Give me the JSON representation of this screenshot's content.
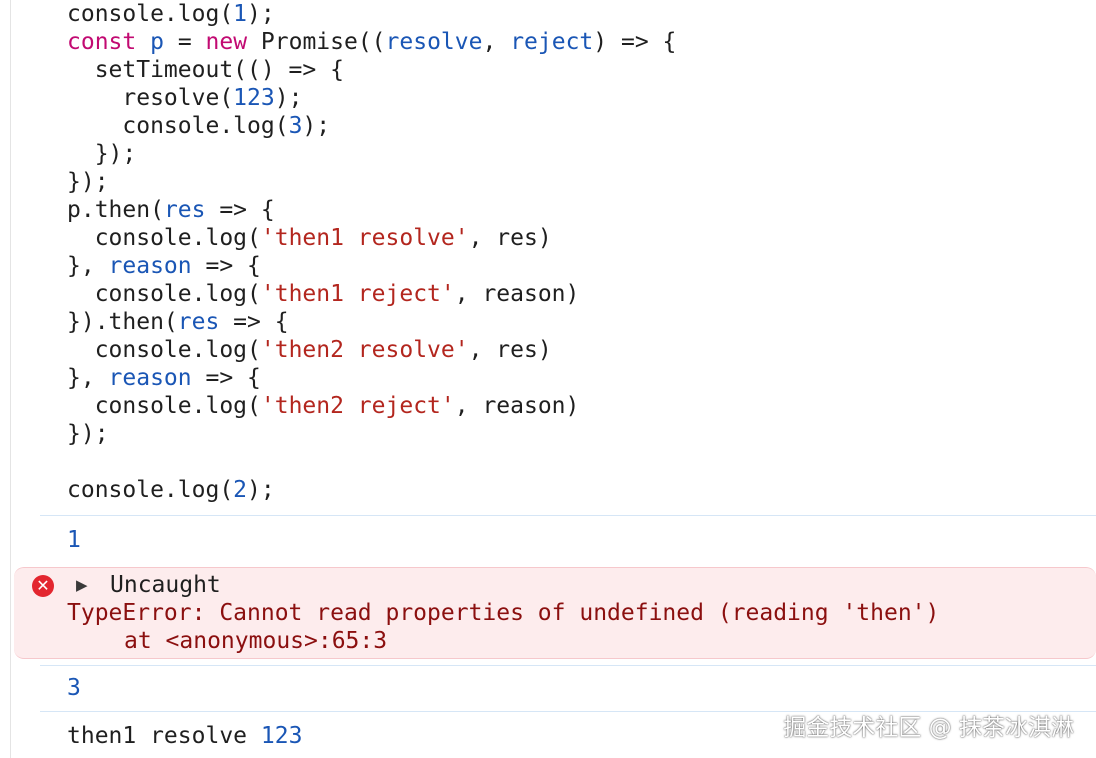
{
  "code_lines": [
    [
      {
        "t": "console.log(",
        "c": "plain"
      },
      {
        "t": "1",
        "c": "num"
      },
      {
        "t": ");",
        "c": "plain"
      }
    ],
    [
      {
        "t": "const",
        "c": "kw"
      },
      {
        "t": " ",
        "c": "plain"
      },
      {
        "t": "p",
        "c": "param"
      },
      {
        "t": " = ",
        "c": "plain"
      },
      {
        "t": "new",
        "c": "kw"
      },
      {
        "t": " Promise((",
        "c": "plain"
      },
      {
        "t": "resolve",
        "c": "param"
      },
      {
        "t": ", ",
        "c": "plain"
      },
      {
        "t": "reject",
        "c": "param"
      },
      {
        "t": ") => {",
        "c": "plain"
      }
    ],
    [
      {
        "t": "  setTimeout(() => {",
        "c": "plain"
      }
    ],
    [
      {
        "t": "    resolve(",
        "c": "plain"
      },
      {
        "t": "123",
        "c": "num"
      },
      {
        "t": ");",
        "c": "plain"
      }
    ],
    [
      {
        "t": "    console.log(",
        "c": "plain"
      },
      {
        "t": "3",
        "c": "num"
      },
      {
        "t": ");",
        "c": "plain"
      }
    ],
    [
      {
        "t": "  });",
        "c": "plain"
      }
    ],
    [
      {
        "t": "});",
        "c": "plain"
      }
    ],
    [
      {
        "t": "p.then(",
        "c": "plain"
      },
      {
        "t": "res",
        "c": "param"
      },
      {
        "t": " => {",
        "c": "plain"
      }
    ],
    [
      {
        "t": "  console.log(",
        "c": "plain"
      },
      {
        "t": "'then1 resolve'",
        "c": "str"
      },
      {
        "t": ", res)",
        "c": "plain"
      }
    ],
    [
      {
        "t": "}, ",
        "c": "plain"
      },
      {
        "t": "reason",
        "c": "param"
      },
      {
        "t": " => {",
        "c": "plain"
      }
    ],
    [
      {
        "t": "  console.log(",
        "c": "plain"
      },
      {
        "t": "'then1 reject'",
        "c": "str"
      },
      {
        "t": ", reason)",
        "c": "plain"
      }
    ],
    [
      {
        "t": "}).then(",
        "c": "plain"
      },
      {
        "t": "res",
        "c": "param"
      },
      {
        "t": " => {",
        "c": "plain"
      }
    ],
    [
      {
        "t": "  console.log(",
        "c": "plain"
      },
      {
        "t": "'then2 resolve'",
        "c": "str"
      },
      {
        "t": ", res)",
        "c": "plain"
      }
    ],
    [
      {
        "t": "}, ",
        "c": "plain"
      },
      {
        "t": "reason",
        "c": "param"
      },
      {
        "t": " => {",
        "c": "plain"
      }
    ],
    [
      {
        "t": "  console.log(",
        "c": "plain"
      },
      {
        "t": "'then2 reject'",
        "c": "str"
      },
      {
        "t": ", reason)",
        "c": "plain"
      }
    ],
    [
      {
        "t": "});",
        "c": "plain"
      }
    ],
    [
      {
        "t": "",
        "c": "plain"
      }
    ],
    [
      {
        "t": "console.log(",
        "c": "plain"
      },
      {
        "t": "2",
        "c": "num"
      },
      {
        "t": ");",
        "c": "plain"
      }
    ]
  ],
  "output": {
    "first_value": "1",
    "error": {
      "icon": "error-circle-icon",
      "disclosure_icon": "triangle-right-icon",
      "disclosure_glyph": "▶",
      "icon_glyph": "✕",
      "title": "Uncaught",
      "message": "TypeError: Cannot read properties of undefined (reading 'then')",
      "stack": "at <anonymous>:65:3"
    },
    "second_value": "3",
    "last_line": {
      "text": "then1 resolve ",
      "value": "123"
    }
  },
  "watermark": "掘金技术社区 @ 抹茶冰淇淋",
  "colors": {
    "keyword": "#c20a72",
    "param": "#1a56b5",
    "number": "#1a56b5",
    "string": "#b3261e",
    "error_text": "#8b0f0f",
    "error_bg": "#fdeced",
    "error_icon": "#e3262f",
    "divider": "#d6e6f6"
  }
}
